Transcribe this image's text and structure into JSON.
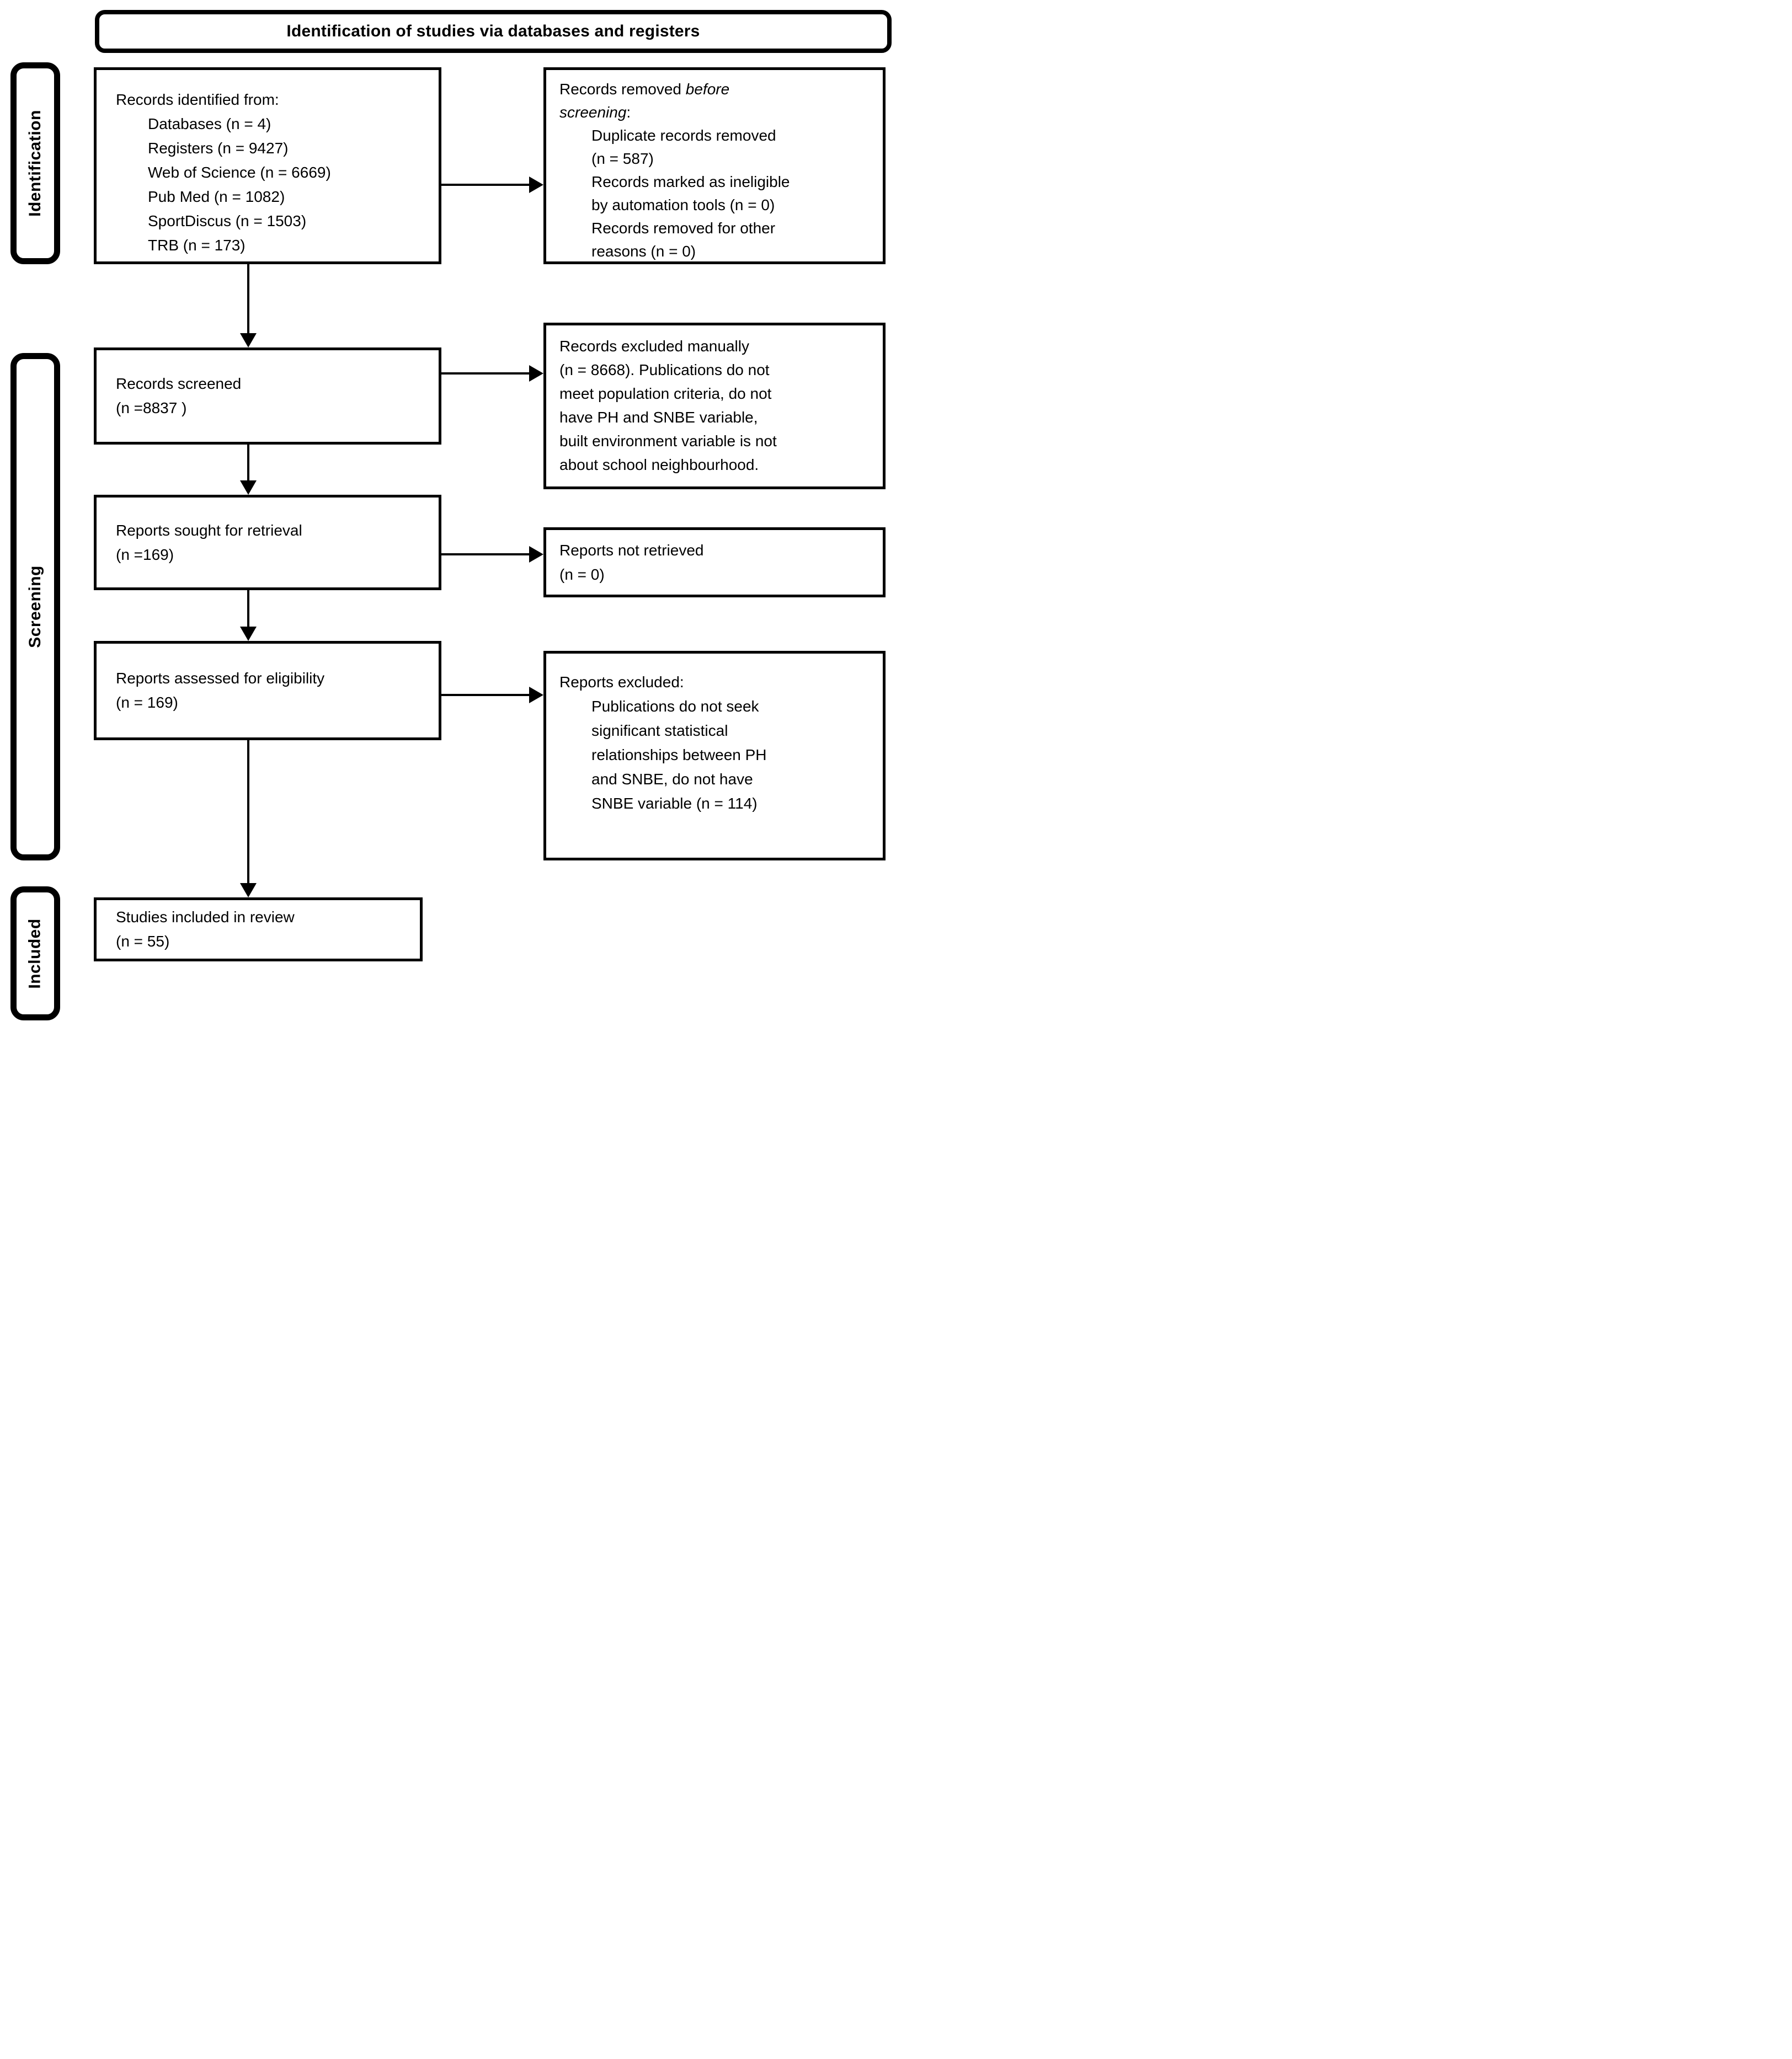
{
  "colors": {
    "line": "#000000",
    "background": "#ffffff",
    "text": "#000000"
  },
  "title": "Identification of studies via databases and registers",
  "stages": {
    "identification": "Identification",
    "screening": "Screening",
    "included": "Included"
  },
  "flow": {
    "box_identified": {
      "heading": "Records identified from:",
      "items": [
        "Databases (n = 4)",
        "Registers (n = 9427)",
        "Web of Science (n = 6669)",
        "Pub Med (n = 1082)",
        "SportDiscus (n = 1503)",
        "TRB (n = 173)"
      ]
    },
    "box_removed": {
      "intro_plain": "Records removed ",
      "intro_italic_1": "before",
      "intro_italic_2": "screening",
      "intro_colon": ":",
      "detail_lines": [
        "Duplicate records removed",
        "(n = 587)",
        "Records marked as ineligible",
        "by automation tools (n = 0)",
        "Records removed for other",
        "reasons (n = 0)"
      ]
    },
    "box_screened": {
      "lines": [
        "Records screened",
        "(n =8837 )"
      ]
    },
    "box_excluded_manual": {
      "lines": [
        "Records excluded manually",
        "(n = 8668). Publications do not",
        "meet population criteria, do not",
        "have PH and SNBE variable,",
        "built environment variable is not",
        "about school neighbourhood."
      ]
    },
    "box_sought": {
      "lines": [
        "Reports sought for retrieval",
        "(n =169)"
      ]
    },
    "box_not_retrieved": {
      "lines": [
        "Reports not retrieved",
        "(n = 0)"
      ]
    },
    "box_assessed": {
      "lines": [
        "Reports assessed for eligibility",
        "(n = 169)"
      ]
    },
    "box_reports_excluded": {
      "heading": "Reports excluded:",
      "detail_lines": [
        "Publications do not seek",
        "significant statistical",
        "relationships between PH",
        "and SNBE, do not have",
        "SNBE variable (n = 114)"
      ]
    },
    "box_included": {
      "lines": [
        "Studies included in review",
        "(n = 55)"
      ]
    }
  }
}
